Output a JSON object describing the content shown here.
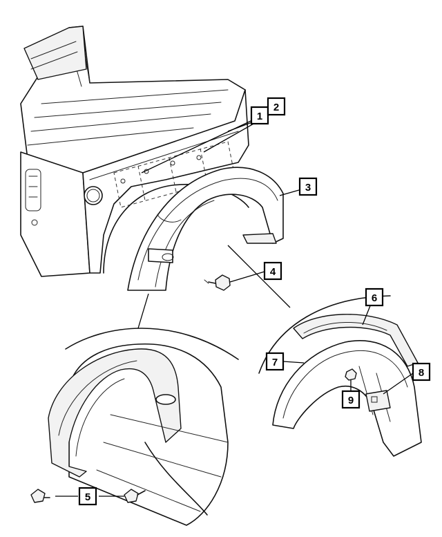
{
  "diagram": {
    "callouts": [
      {
        "id": "1",
        "label": "1"
      },
      {
        "id": "2",
        "label": "2"
      },
      {
        "id": "3",
        "label": "3"
      },
      {
        "id": "4",
        "label": "4"
      },
      {
        "id": "5",
        "label": "5"
      },
      {
        "id": "6",
        "label": "6"
      },
      {
        "id": "7",
        "label": "7"
      },
      {
        "id": "8",
        "label": "8"
      },
      {
        "id": "9",
        "label": "9"
      }
    ],
    "components": [
      {
        "id": "truck-bed",
        "icon": "truck-bed-illustration"
      },
      {
        "id": "wheel-flare",
        "icon": "wheel-flare-illustration"
      },
      {
        "id": "bolt",
        "icon": "bolt-icon"
      },
      {
        "id": "flare-detail",
        "icon": "flare-detail-illustration"
      },
      {
        "id": "inner-wheelhouse",
        "icon": "wheelhouse-liner-illustration"
      }
    ],
    "colors": {
      "line": "#111111",
      "background": "#ffffff",
      "callout_border": "#000000"
    }
  }
}
